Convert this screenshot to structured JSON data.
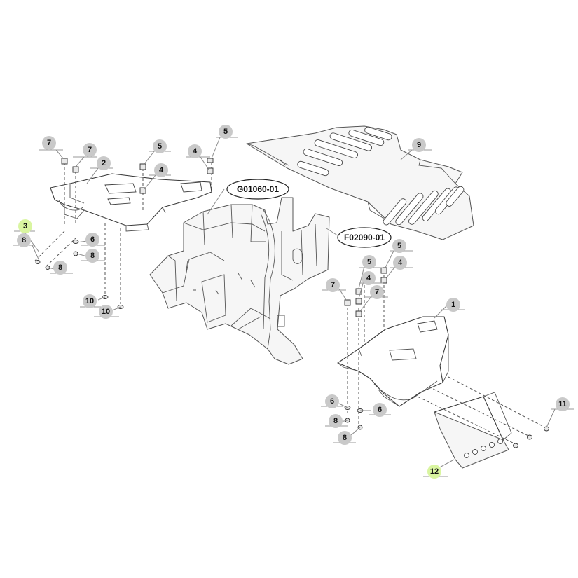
{
  "colors": {
    "callout_normal": "#c9c9c9",
    "callout_highlight": "#d9f5a0",
    "line": "#3a3a3a",
    "background": "#ffffff"
  },
  "callouts": [
    {
      "label": "7",
      "highlight": false
    },
    {
      "label": "7",
      "highlight": false
    },
    {
      "label": "2",
      "highlight": false
    },
    {
      "label": "5",
      "highlight": false
    },
    {
      "label": "4",
      "highlight": false
    },
    {
      "label": "4",
      "highlight": false
    },
    {
      "label": "5",
      "highlight": false
    },
    {
      "label": "9",
      "highlight": false
    },
    {
      "label": "3",
      "highlight": true
    },
    {
      "label": "8",
      "highlight": false
    },
    {
      "label": "8",
      "highlight": false
    },
    {
      "label": "6",
      "highlight": false
    },
    {
      "label": "8",
      "highlight": false
    },
    {
      "label": "10",
      "highlight": false
    },
    {
      "label": "10",
      "highlight": false
    },
    {
      "label": "5",
      "highlight": false
    },
    {
      "label": "5",
      "highlight": false
    },
    {
      "label": "4",
      "highlight": false
    },
    {
      "label": "4",
      "highlight": false
    },
    {
      "label": "7",
      "highlight": false
    },
    {
      "label": "7",
      "highlight": false
    },
    {
      "label": "1",
      "highlight": false
    },
    {
      "label": "6",
      "highlight": false
    },
    {
      "label": "6",
      "highlight": false
    },
    {
      "label": "8",
      "highlight": false
    },
    {
      "label": "8",
      "highlight": false
    },
    {
      "label": "11",
      "highlight": false
    },
    {
      "label": "12",
      "highlight": true
    }
  ],
  "references": [
    {
      "label": "G01060-01"
    },
    {
      "label": "F02090-01"
    }
  ]
}
